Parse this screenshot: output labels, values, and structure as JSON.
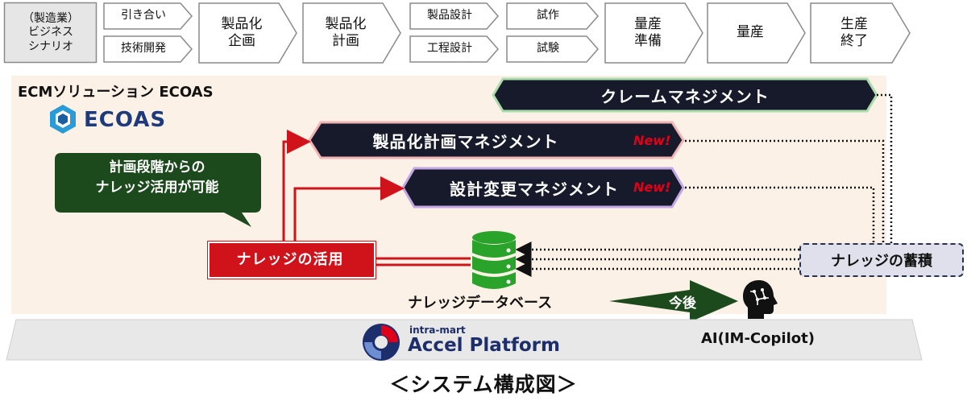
{
  "process_steps": [
    {
      "id": "scenario",
      "label": "（製造業）\nビジネス\nシナリオ"
    },
    {
      "id": "inquiry",
      "label": "引き合い"
    },
    {
      "id": "tech_dev",
      "label": "技術開発"
    },
    {
      "id": "planning",
      "label": "製品化\n企画"
    },
    {
      "id": "plan",
      "label": "製品化\n計画"
    },
    {
      "id": "product_design",
      "label": "製品設計"
    },
    {
      "id": "process_design",
      "label": "工程設計"
    },
    {
      "id": "prototype",
      "label": "試作"
    },
    {
      "id": "test",
      "label": "試験"
    },
    {
      "id": "mass_prep",
      "label": "量産\n準備"
    },
    {
      "id": "mass",
      "label": "量産"
    },
    {
      "id": "eol",
      "label": "生産\n終了"
    }
  ],
  "panel": {
    "title": "ECMソリューション ECOAS",
    "logo_text": "ECOAS"
  },
  "bars": {
    "claim": "クレームマネジメント",
    "product_plan": "製品化計画マネジメント",
    "design_change": "設計変更マネジメント",
    "new_badge": "New!"
  },
  "callout": "計画段階からの\nナレッジ活用が可能",
  "knowledge_use": "ナレッジの活用",
  "knowledge_accum": "ナレッジの蓄積",
  "database_label": "ナレッジデータベース",
  "future_label": "今後",
  "ai_label": "AI(IM-Copilot)",
  "platform": {
    "brand_small": "intra-mart",
    "brand_large": "Accel Platform"
  },
  "caption": "＜システム構成図＞",
  "colors": {
    "dark_bar": "#161a2a",
    "red": "#d0121b",
    "green_dark": "#1d4a1d",
    "panel_bg": "#fcf1e6",
    "accent_blue": "#1e6fb5"
  }
}
